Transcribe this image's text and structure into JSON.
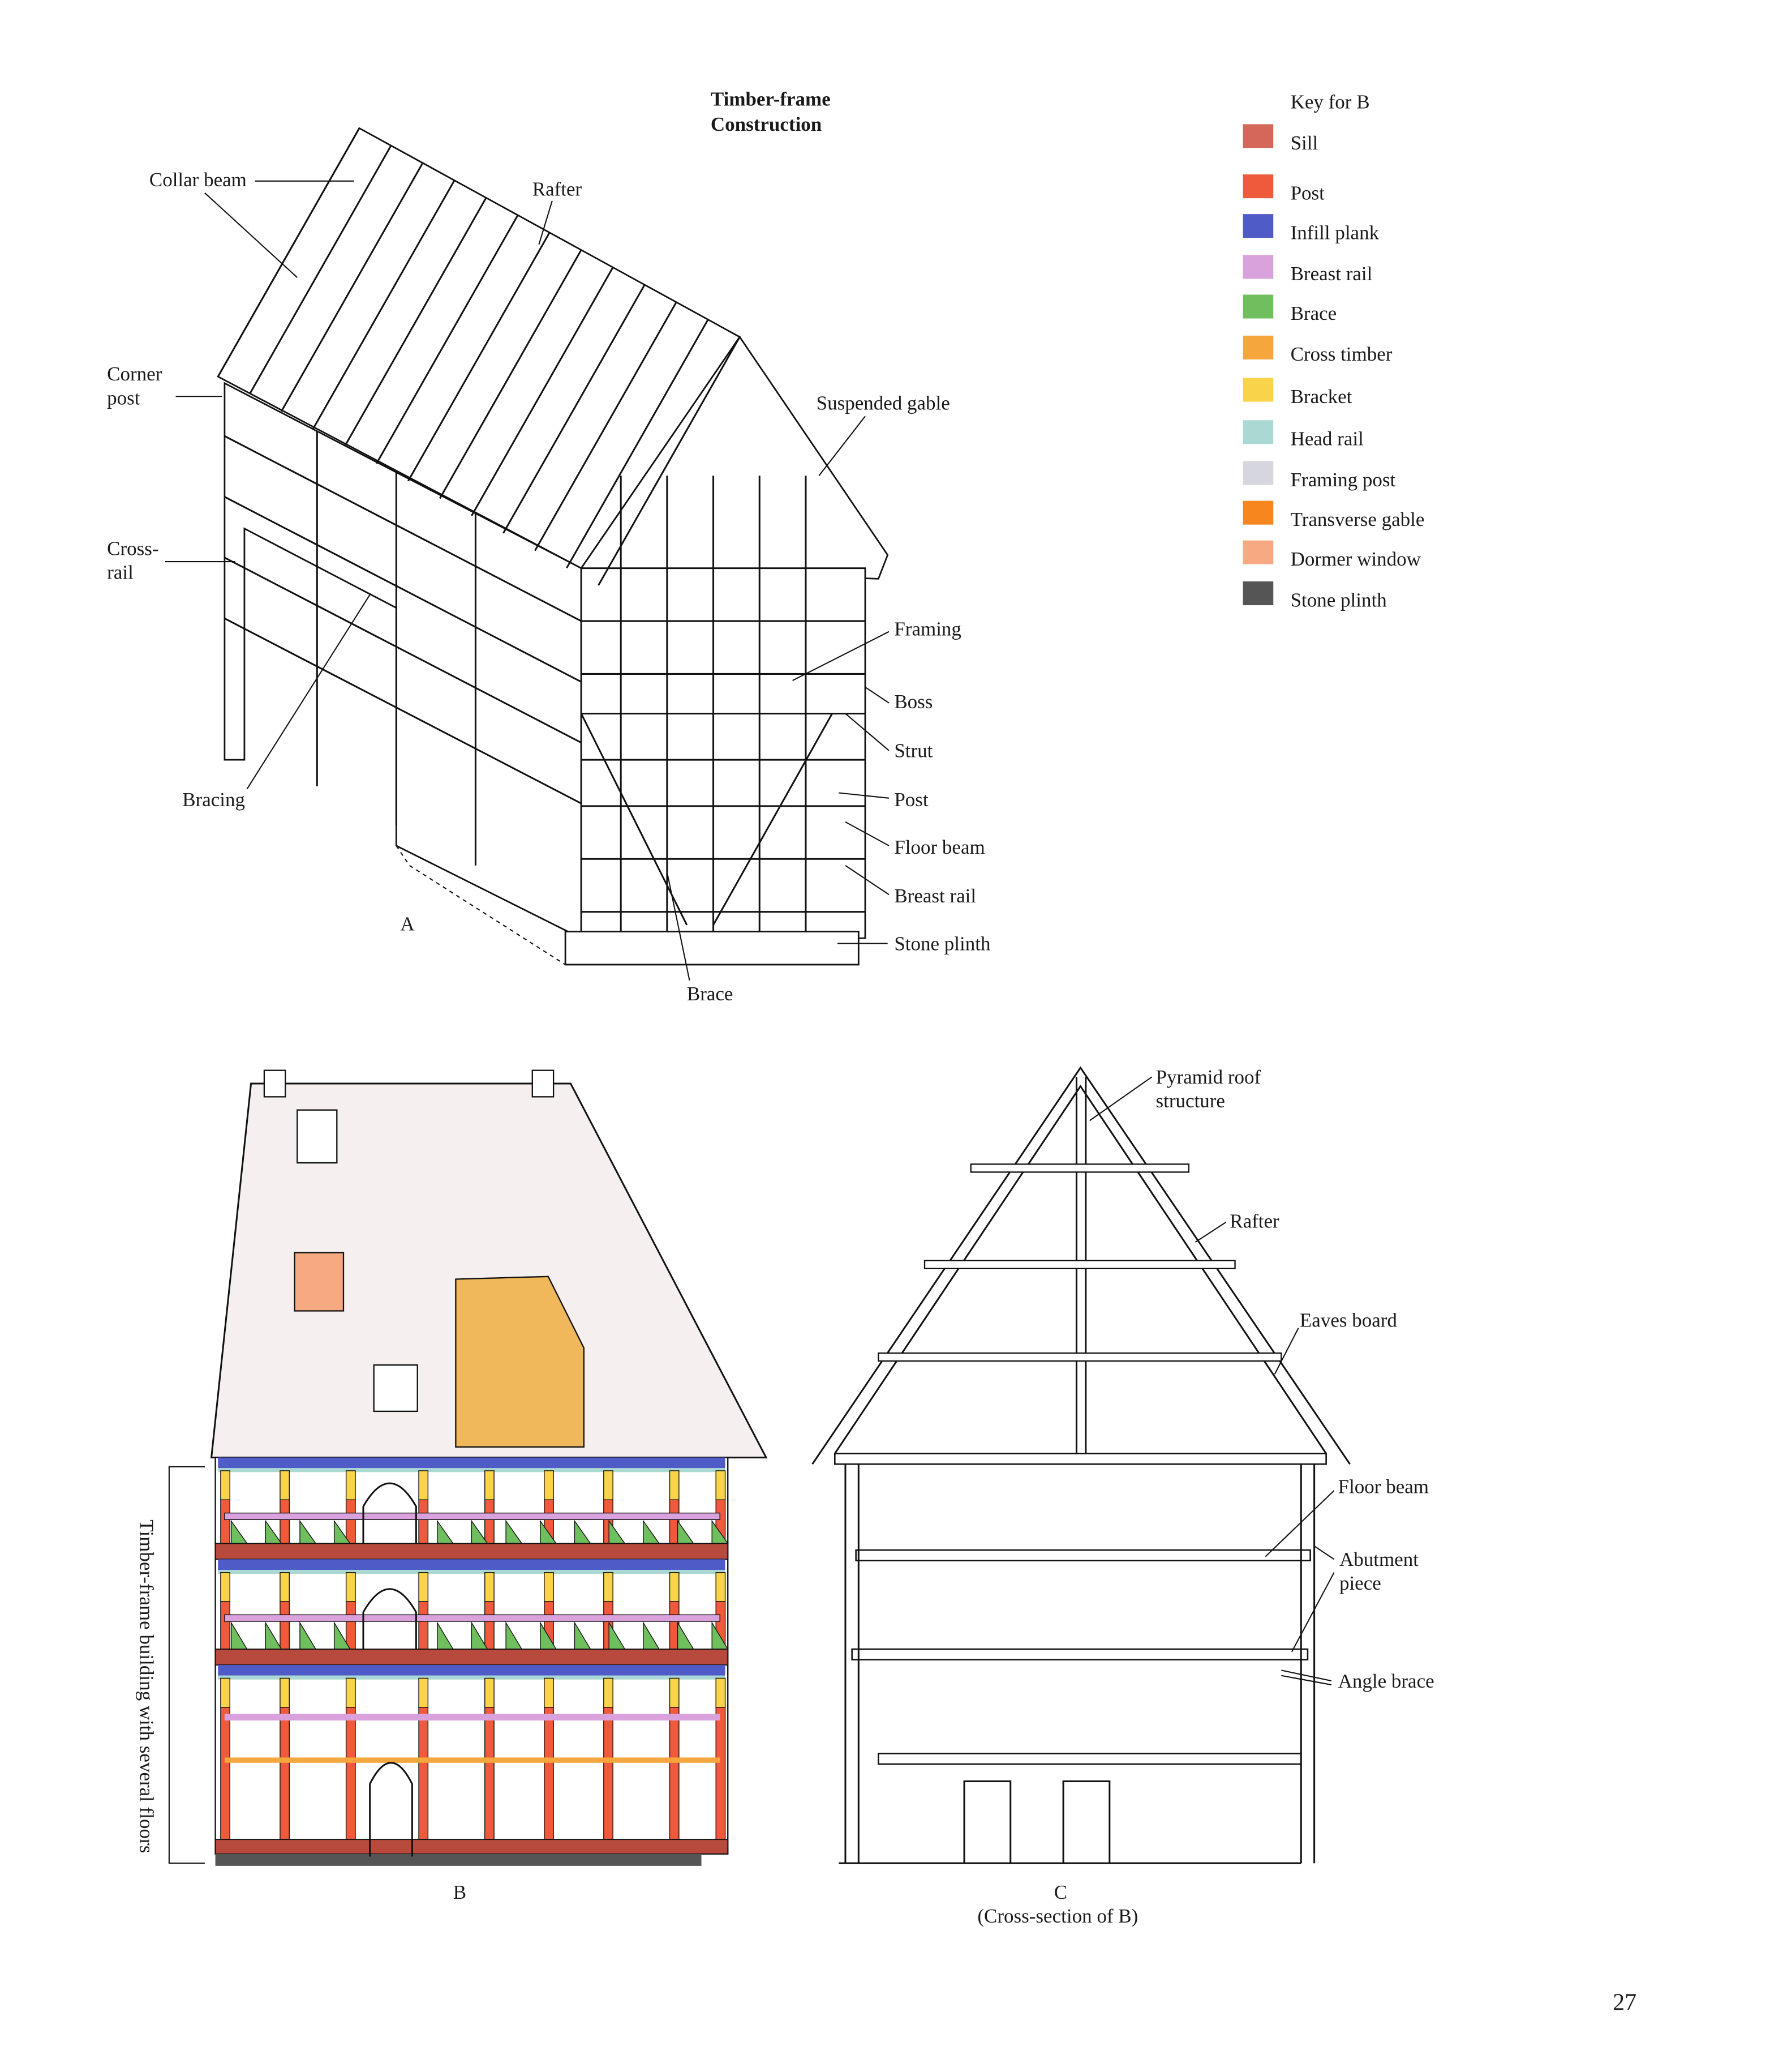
{
  "title": [
    "Timber-frame",
    "Construction"
  ],
  "figure_a": {
    "caption": "A",
    "labels": {
      "collar_beam": "Collar beam",
      "rafter": "Rafter",
      "corner_post": [
        "Corner",
        "post"
      ],
      "cross_rail": [
        "Cross-",
        "rail"
      ],
      "bracing": "Bracing",
      "suspended_gable": "Suspended gable",
      "framing": "Framing",
      "boss": "Boss",
      "strut": "Strut",
      "post": "Post",
      "floor_beam": "Floor beam",
      "breast_rail": "Breast rail",
      "stone_plinth": "Stone plinth",
      "brace": "Brace"
    }
  },
  "key": {
    "title": "Key for B",
    "items": [
      {
        "label": "Sill",
        "color": "#d4665a"
      },
      {
        "label": "Post",
        "color": "#f05a3c"
      },
      {
        "label": "Infill plank",
        "color": "#4f5cc8"
      },
      {
        "label": "Breast rail",
        "color": "#d9a2dc"
      },
      {
        "label": "Brace",
        "color": "#6fbf5f"
      },
      {
        "label": "Cross timber",
        "color": "#f5a63c"
      },
      {
        "label": "Bracket",
        "color": "#f9d44a"
      },
      {
        "label": "Head rail",
        "color": "#a9d9d2"
      },
      {
        "label": "Framing post",
        "color": "#d6d6de"
      },
      {
        "label": "Transverse gable",
        "color": "#f7861e"
      },
      {
        "label": "Dormer window",
        "color": "#f7a981"
      },
      {
        "label": "Stone plinth",
        "color": "#555555"
      }
    ]
  },
  "figure_b": {
    "caption": "B",
    "side_label": "Timber-frame building with several floors"
  },
  "figure_c": {
    "caption": "C",
    "subcaption": "(Cross-section of B)",
    "labels": {
      "pyramid_roof": [
        "Pyramid roof",
        "structure"
      ],
      "rafter": "Rafter",
      "eaves_board": "Eaves board",
      "floor_beam": "Floor beam",
      "abutment_piece": [
        "Abutment",
        "piece"
      ],
      "angle_brace": "Angle brace"
    }
  },
  "page_number": "27"
}
